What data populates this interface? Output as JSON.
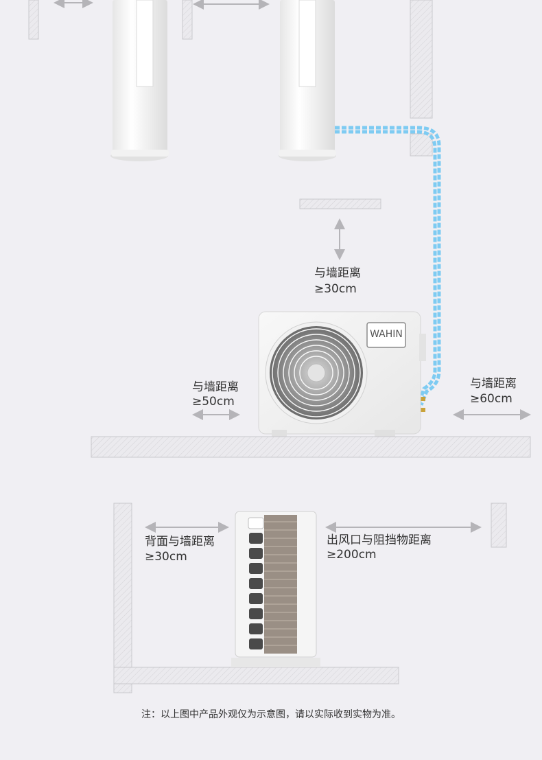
{
  "brand_logo": "WAHIN",
  "clearances": {
    "top": {
      "line1": "与墙距离",
      "line2": "≥30cm"
    },
    "left": {
      "line1": "与墙距离",
      "line2": "≥50cm"
    },
    "right": {
      "line1": "与墙距离",
      "line2": "≥60cm"
    },
    "back": {
      "line1": "背面与墙距离",
      "line2": "≥30cm"
    },
    "outlet": {
      "line1": "出风口与阻挡物距离",
      "line2": "≥200cm"
    }
  },
  "footnote": "注：以上图中产品外观仅为示意图，请以实际收到实物为准。",
  "colors": {
    "background": "#f0eff3",
    "pipe": "#7ecbf2",
    "wall": "#e6e5e9",
    "unit": "#f4f4f4"
  }
}
